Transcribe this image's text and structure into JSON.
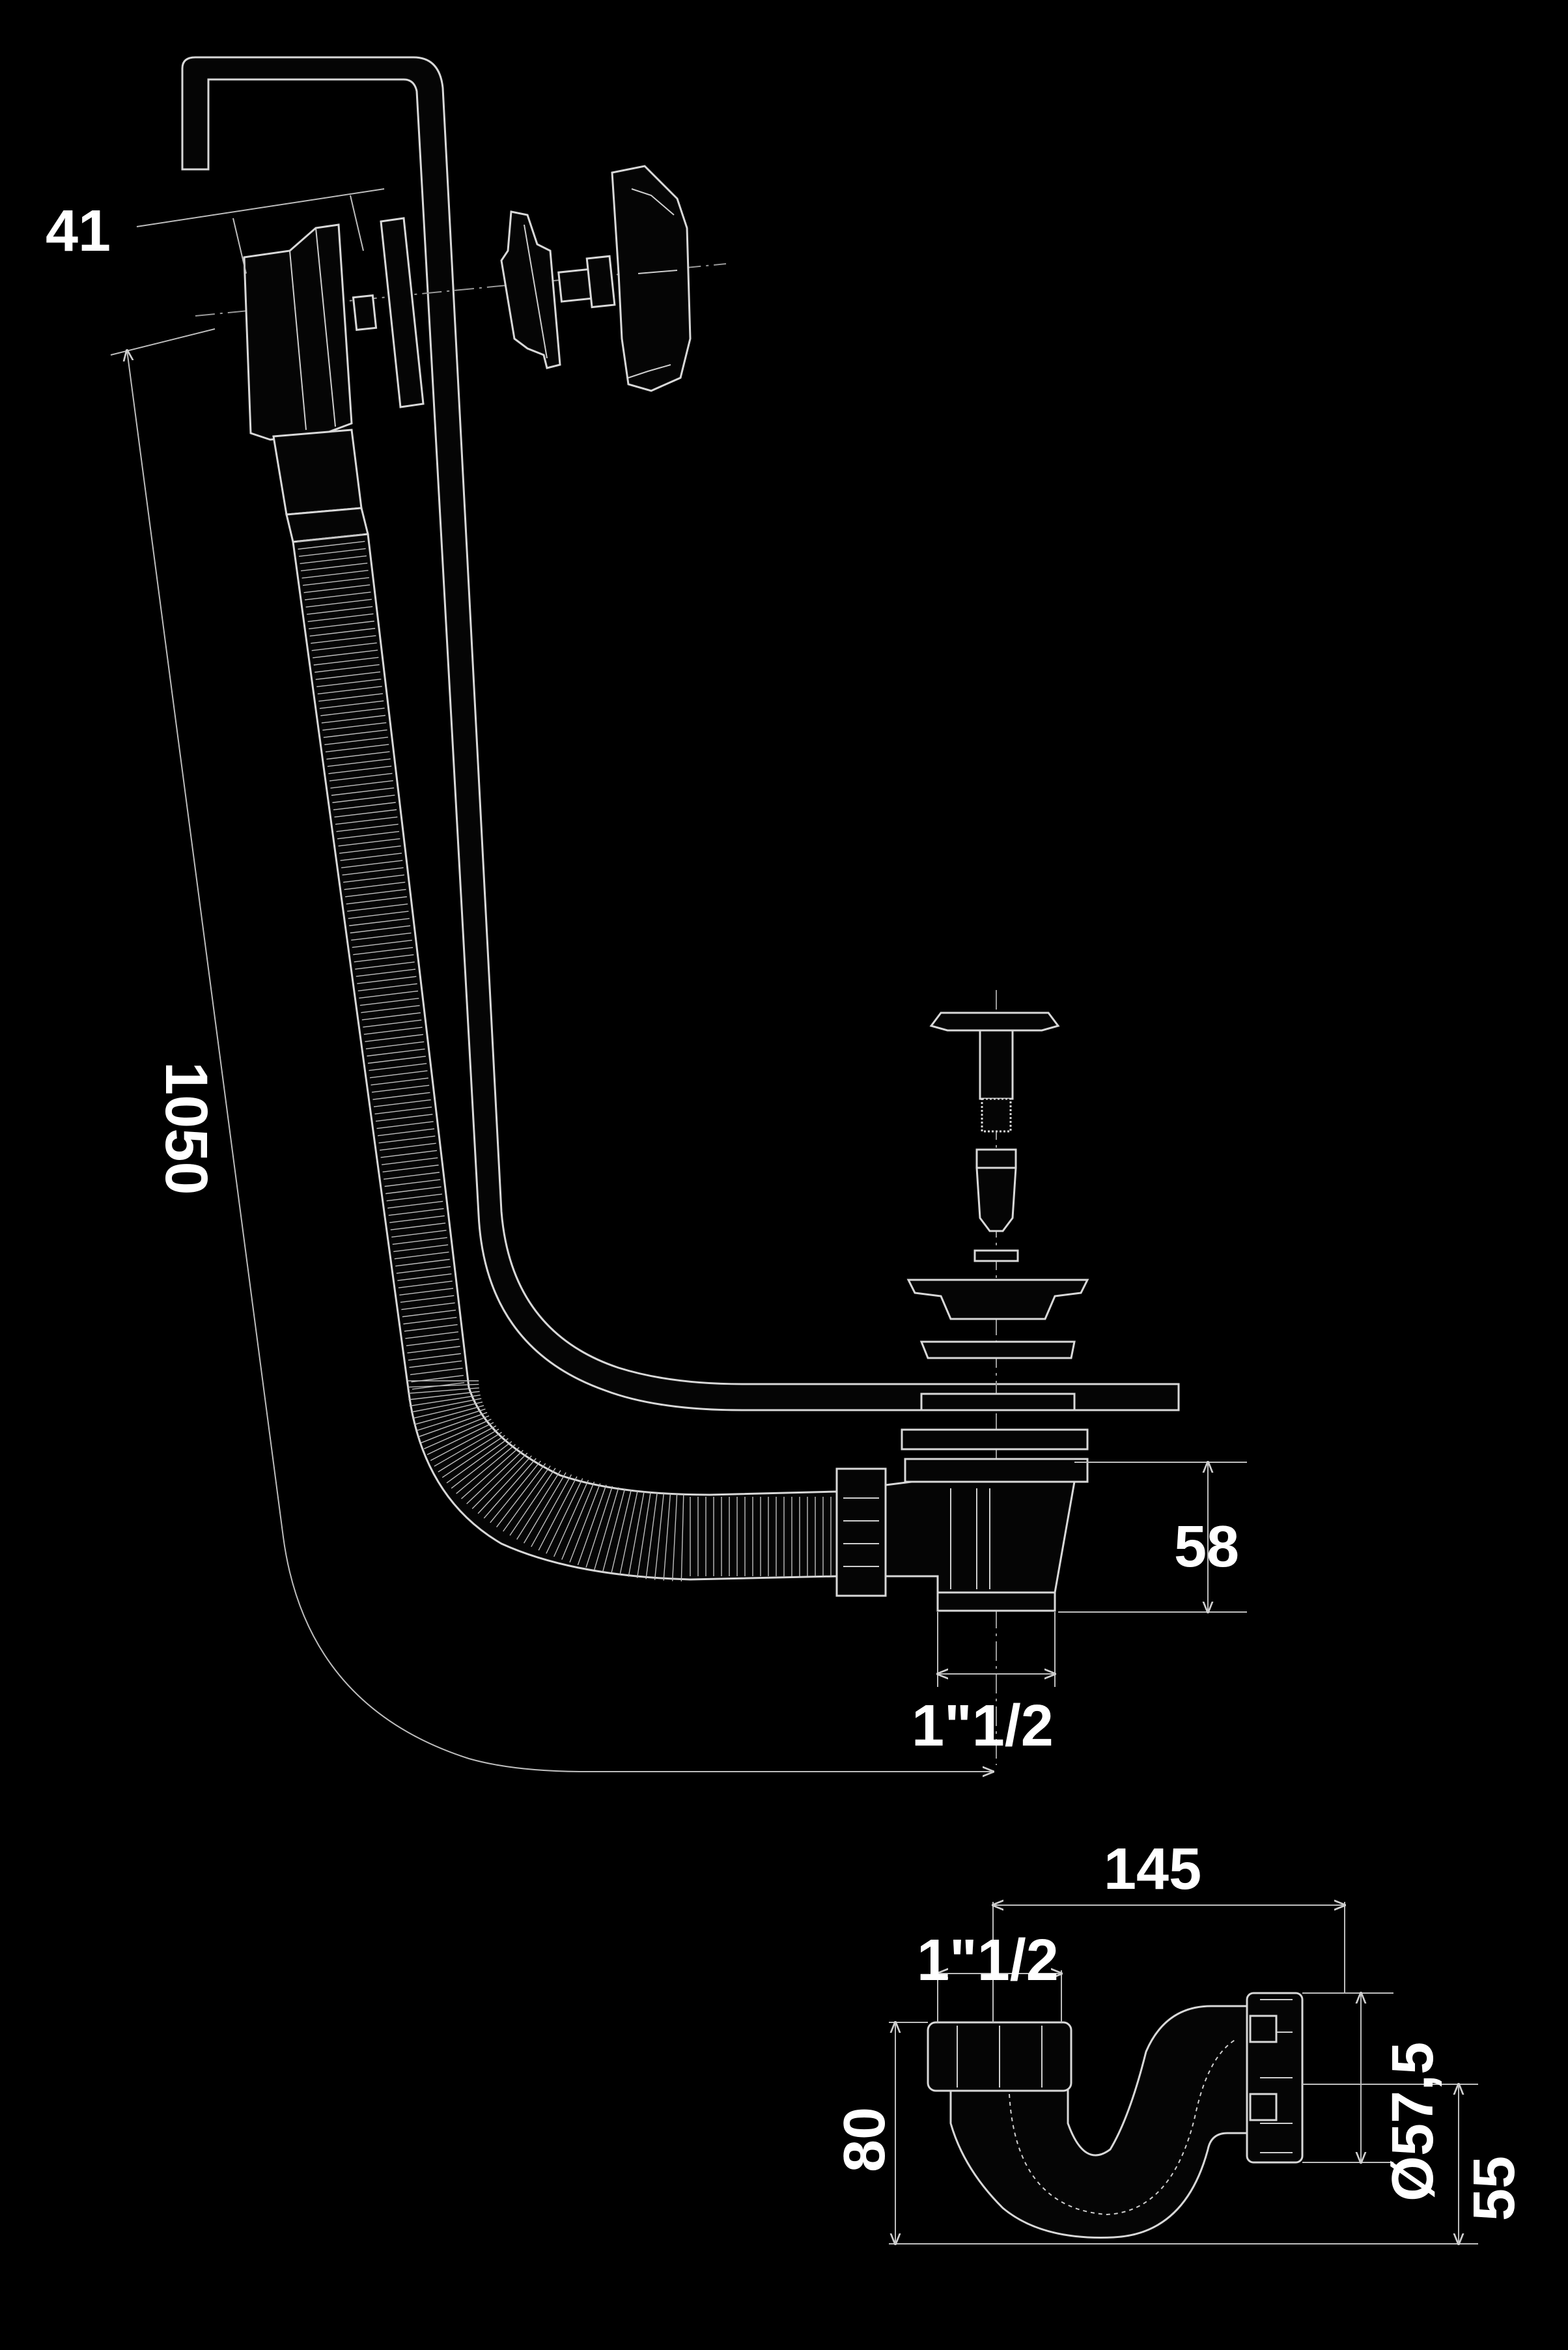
{
  "diagram": {
    "colors": {
      "background": "#000000",
      "lines": "#d8d8d8",
      "text": "#ffffff"
    },
    "dimensions": {
      "overflow_height": "41",
      "total_length": "1050",
      "drain_height": "58",
      "drain_thread": "1\"1/2",
      "trap_width": "145",
      "trap_inlet_thread": "1\"1/2",
      "trap_height": "80",
      "trap_outlet_diameter": "Ø57,5",
      "trap_outlet_height": "55"
    }
  }
}
